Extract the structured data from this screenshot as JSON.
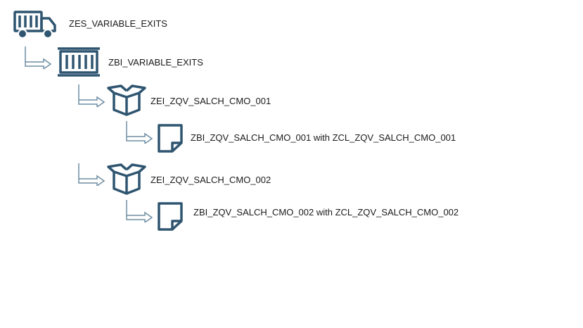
{
  "colors": {
    "icon": "#2f5570",
    "connector": "#6e8ea3"
  },
  "tree": {
    "root": {
      "icon": "truck-icon",
      "label": "ZES_VARIABLE_EXITS"
    },
    "container": {
      "icon": "container-icon",
      "label": "ZBI_VARIABLE_EXITS"
    },
    "enhancements": [
      {
        "icon": "open-box-icon",
        "label": "ZEI_ZQV_SALCH_CMO_001",
        "implementation": {
          "icon": "document-icon",
          "label": "ZBI_ZQV_SALCH_CMO_001 with ZCL_ZQV_SALCH_CMO_001"
        }
      },
      {
        "icon": "open-box-icon",
        "label": "ZEI_ZQV_SALCH_CMO_002",
        "implementation": {
          "icon": "document-icon",
          "label": "ZBI_ZQV_SALCH_CMO_002 with ZCL_ZQV_SALCH_CMO_002"
        }
      }
    ]
  }
}
